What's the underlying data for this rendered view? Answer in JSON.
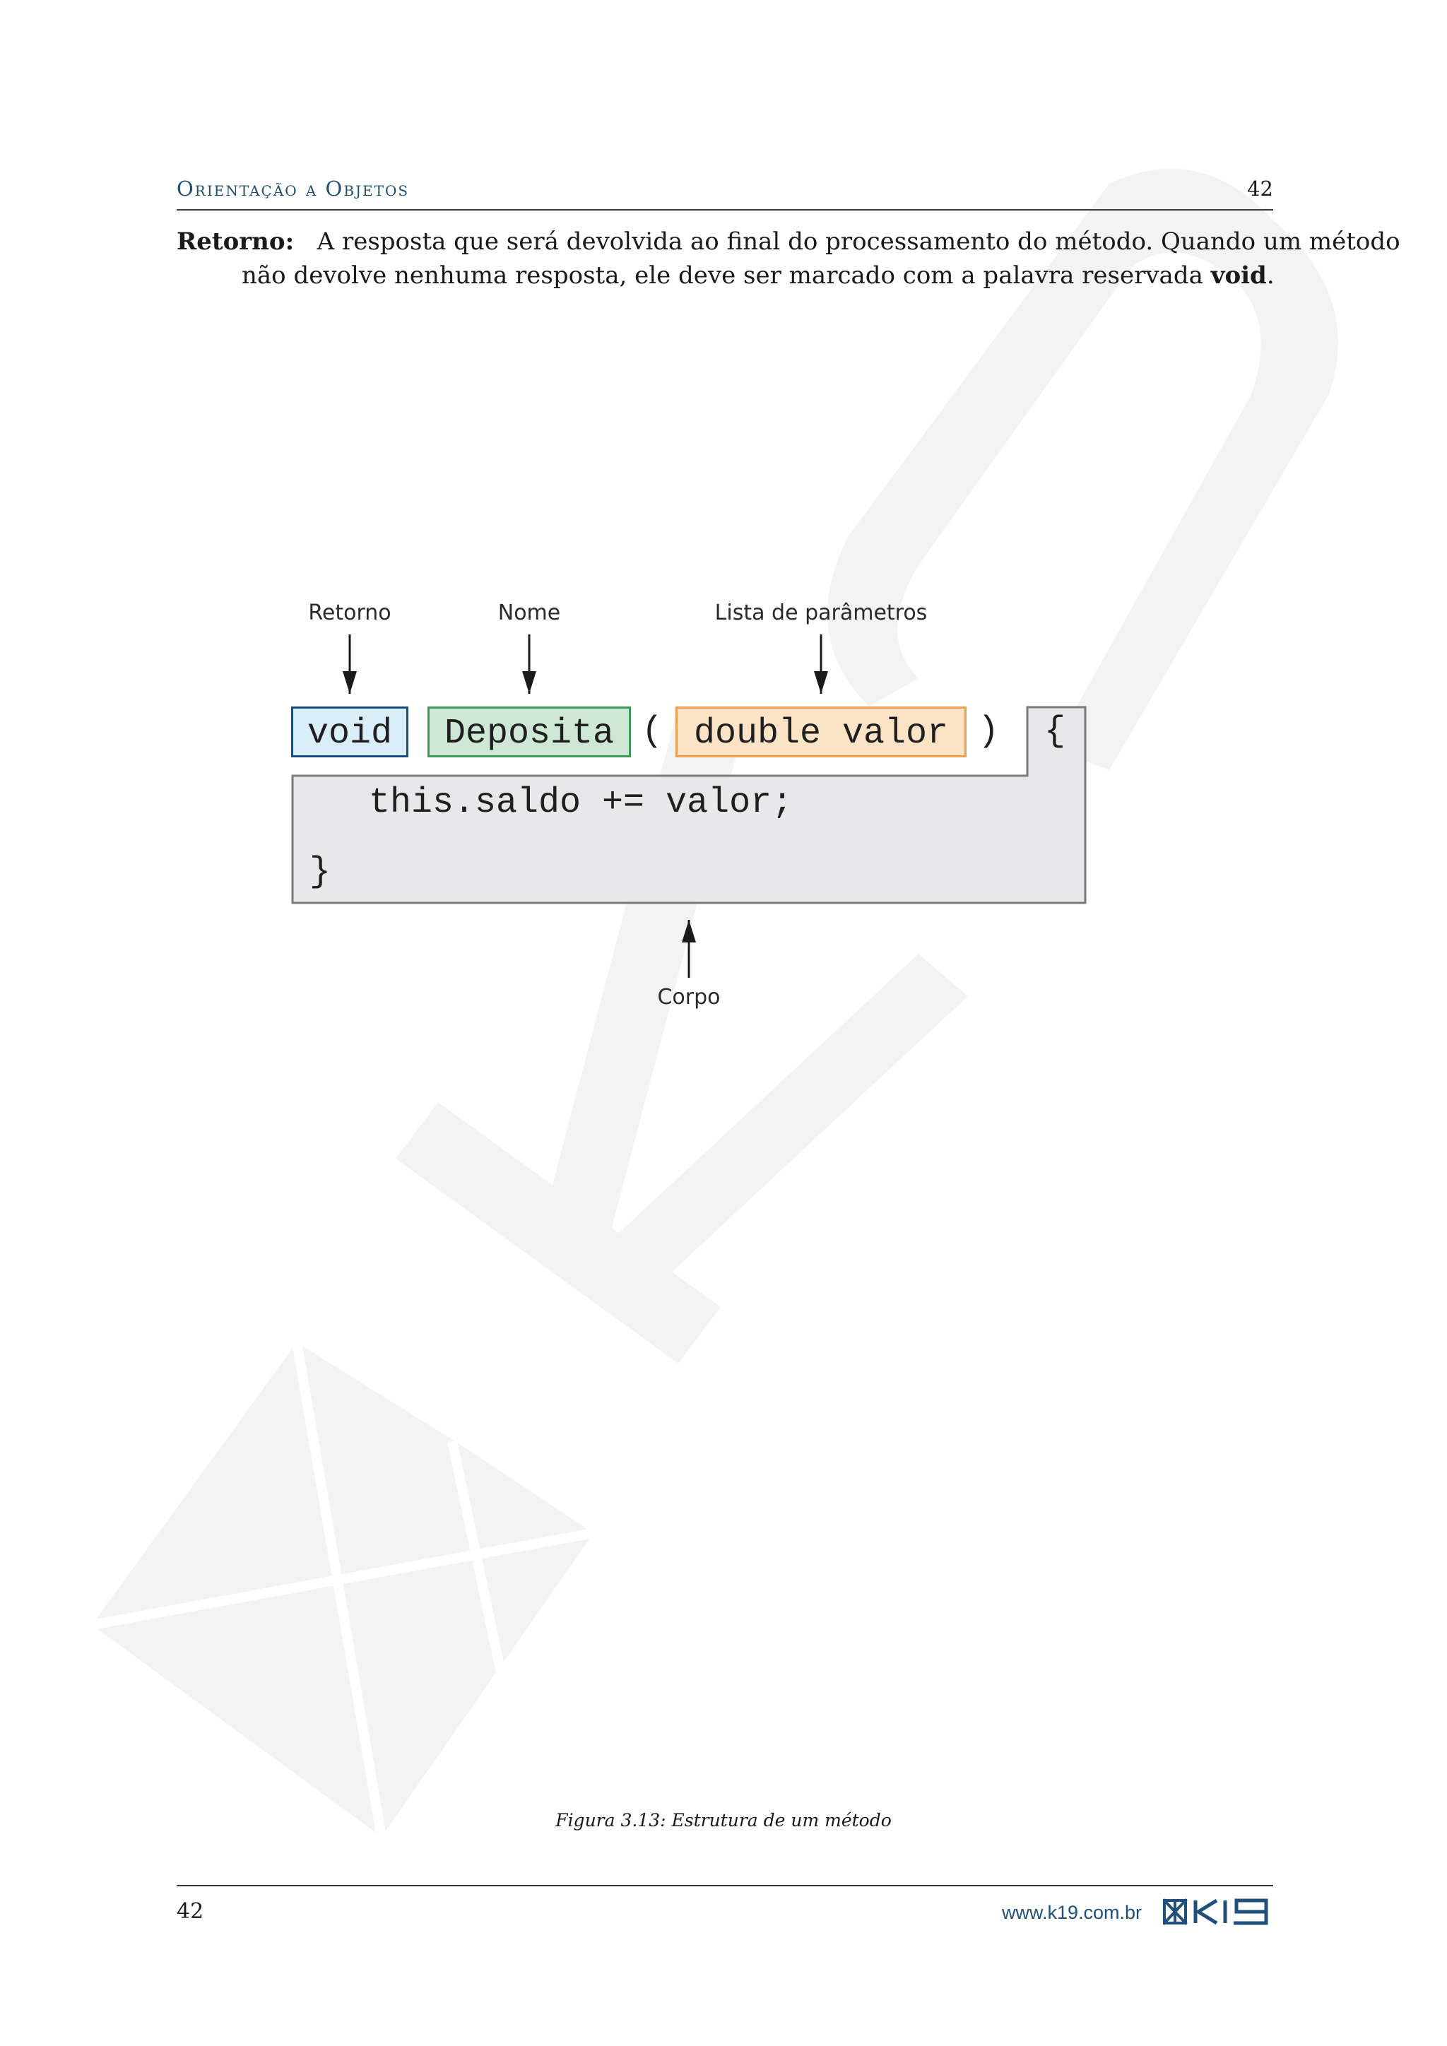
{
  "header": {
    "title": "Orientação a Objetos",
    "page_number": "42"
  },
  "paragraph": {
    "term": "Retorno:",
    "line1_rest": "A resposta que será devolvida ao final do processamento do método. Quando um método",
    "line2_pre": "não devolve nenhuma resposta, ele deve ser marcado com a palavra reservada",
    "keyword": "void",
    "line2_post": "."
  },
  "figure": {
    "labels": {
      "retorno": "Retorno",
      "nome": "Nome",
      "lista": "Lista de parâmetros",
      "corpo": "Corpo"
    },
    "code": {
      "return_type": "void",
      "method_name": "Deposita",
      "open_paren": "(",
      "params": "double valor",
      "close_paren": ")",
      "open_brace": "{",
      "body_line": "this.saldo += valor;",
      "close_brace": "}"
    },
    "colors": {
      "return_fill": "#d9eef8",
      "return_border": "#1c4c7c",
      "name_fill": "#cfe8d6",
      "name_border": "#3c9a58",
      "params_fill": "#fde3c6",
      "params_border": "#f0a04c",
      "body_fill": "#e8e7ea",
      "body_border": "#7a7a7a"
    },
    "caption": "Figura 3.13: Estrutura de um método"
  },
  "footer": {
    "page_number": "42",
    "url": "www.k19.com.br"
  }
}
